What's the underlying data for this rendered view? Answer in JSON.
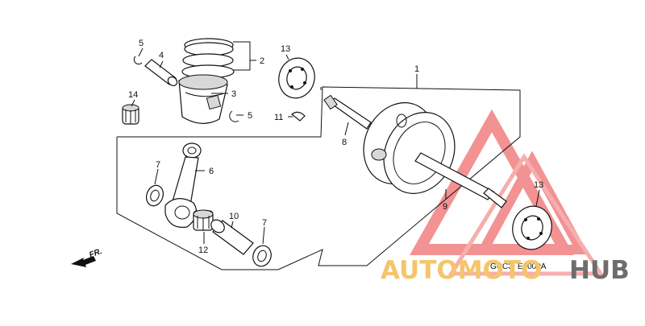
{
  "diagram": {
    "callouts": {
      "c1": "1",
      "c2": "2",
      "c3": "3",
      "c4": "4",
      "c5a": "5",
      "c5b": "5",
      "c6": "6",
      "c7a": "7",
      "c7b": "7",
      "c8": "8",
      "c9": "9",
      "c10": "10",
      "c11": "11",
      "c12": "12",
      "c13a": "13",
      "c13b": "13",
      "c14": "14"
    },
    "direction_label": "FR.",
    "figure_code": "GCC3- E1000A"
  },
  "watermark": {
    "word_a": "AUTOMOTO",
    "word_b": "HUB",
    "color_a": "#f5c56a",
    "color_b": "#6d6d6d",
    "logo_color": "#f08080"
  }
}
